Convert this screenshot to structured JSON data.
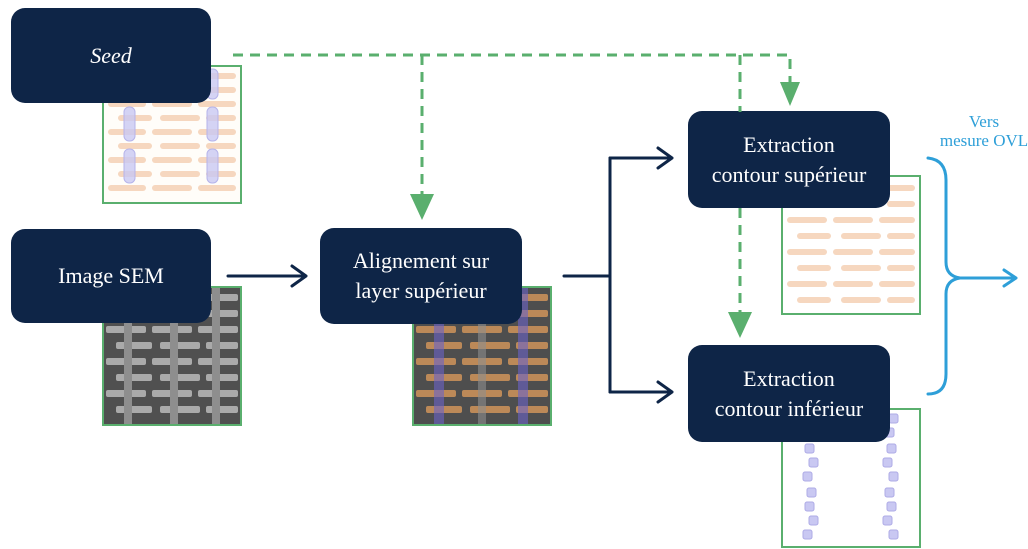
{
  "nodes": {
    "seed": {
      "label": "Seed"
    },
    "image_sem": {
      "label": "Image SEM"
    },
    "alignement": {
      "line1": "Alignement sur",
      "line2": "layer supérieur"
    },
    "extraction_sup": {
      "line1": "Extraction",
      "line2": "contour supérieur"
    },
    "extraction_inf": {
      "line1": "Extraction",
      "line2": "contour inférieur"
    }
  },
  "annotation": {
    "line1": "Vers",
    "line2": "mesure OVL"
  },
  "colors": {
    "box": "#0e2547",
    "seed_arrow": "#5aaf6e",
    "main_arrow": "#0e2547",
    "output": "#2e9fd8",
    "upper_pattern": "#f6d7bf",
    "lower_pattern": "#c9c8f2"
  }
}
